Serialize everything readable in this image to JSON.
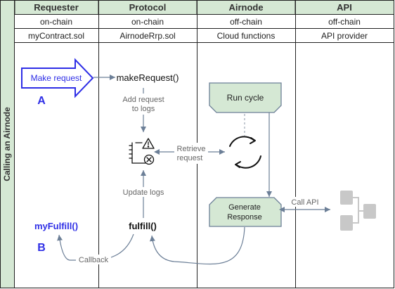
{
  "pool_title": "Calling an Airnode",
  "colors": {
    "header_fill": "#d5e8d4",
    "header_stroke": "#82b366",
    "node_fill": "#d5e8d4",
    "blue": "#2e2ee6",
    "arrow": "#6c7f97",
    "api_icon": "#c8c8c8"
  },
  "lanes": [
    {
      "name": "Requester",
      "chain": "on-chain",
      "component": "myContract.sol"
    },
    {
      "name": "Protocol",
      "chain": "on-chain",
      "component": "AirnodeRrp.sol"
    },
    {
      "name": "Airnode",
      "chain": "off-chain",
      "component": "Cloud functions"
    },
    {
      "name": "API",
      "chain": "off-chain",
      "component": "API provider"
    }
  ],
  "nodes": {
    "make_request_arrow": "Make request",
    "label_a": "A",
    "make_request_fn": "makeRequest()",
    "run_cycle": "Run cycle",
    "generate_response": [
      "Generate",
      "Response"
    ],
    "my_fulfill": "myFulfill()",
    "label_b": "B",
    "fulfill_fn": "fulfill()"
  },
  "edge_labels": {
    "add_request": [
      "Add request",
      "to logs"
    ],
    "retrieve_request": [
      "Retrieve",
      "request"
    ],
    "update_logs": "Update logs",
    "call_api": "Call API",
    "callback": "Callback"
  },
  "icons": {
    "logs": "request-logs-icon",
    "cycle": "cycle-icon",
    "api": "api-server-icon"
  }
}
